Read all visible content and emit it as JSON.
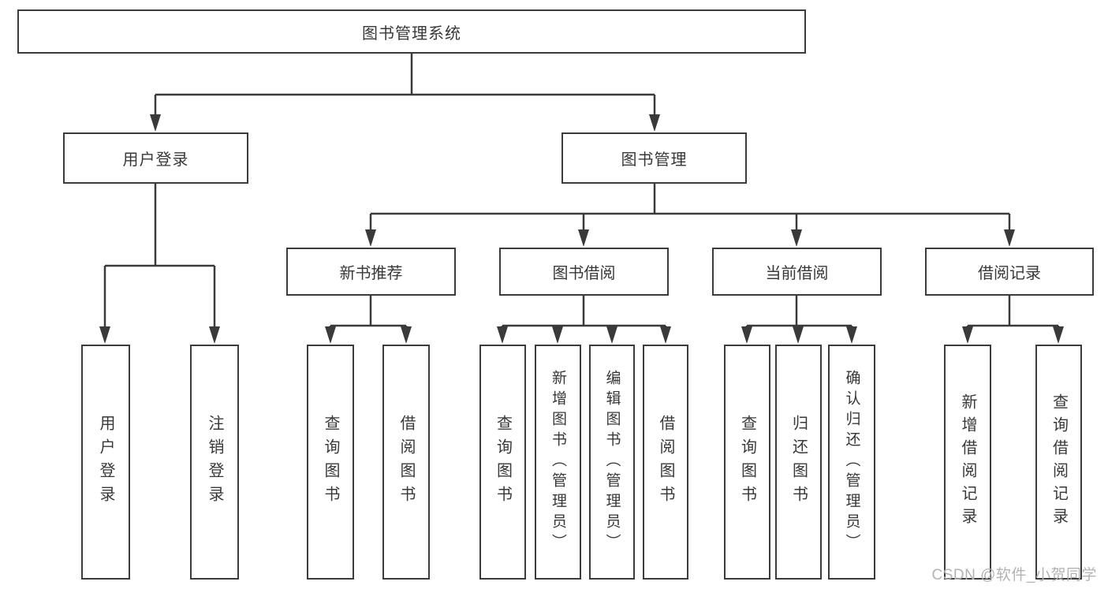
{
  "tree": {
    "label": "图书管理系统",
    "children": [
      {
        "label": "用户登录",
        "children": [
          {
            "label": "用户登录"
          },
          {
            "label": "注销登录"
          }
        ]
      },
      {
        "label": "图书管理",
        "children": [
          {
            "label": "新书推荐",
            "children": [
              {
                "label": "查询图书"
              },
              {
                "label": "借阅图书"
              }
            ]
          },
          {
            "label": "图书借阅",
            "children": [
              {
                "label": "查询图书"
              },
              {
                "label": "新增图书（管理员）"
              },
              {
                "label": "编辑图书（管理员）"
              },
              {
                "label": "借阅图书"
              }
            ]
          },
          {
            "label": "当前借阅",
            "children": [
              {
                "label": "查询图书"
              },
              {
                "label": "归还图书"
              },
              {
                "label": "确认归还（管理员）"
              }
            ]
          },
          {
            "label": "借阅记录",
            "children": [
              {
                "label": "新增借阅记录"
              },
              {
                "label": "查询借阅记录"
              }
            ]
          }
        ]
      }
    ]
  },
  "watermark": {
    "text": "CSDN @软件_小贺同学"
  },
  "colors": {
    "line": "#3a3a3a",
    "box_border": "#3b3b3b",
    "text": "#383838",
    "watermark": "#b3b3b3",
    "background": "#ffffff"
  }
}
